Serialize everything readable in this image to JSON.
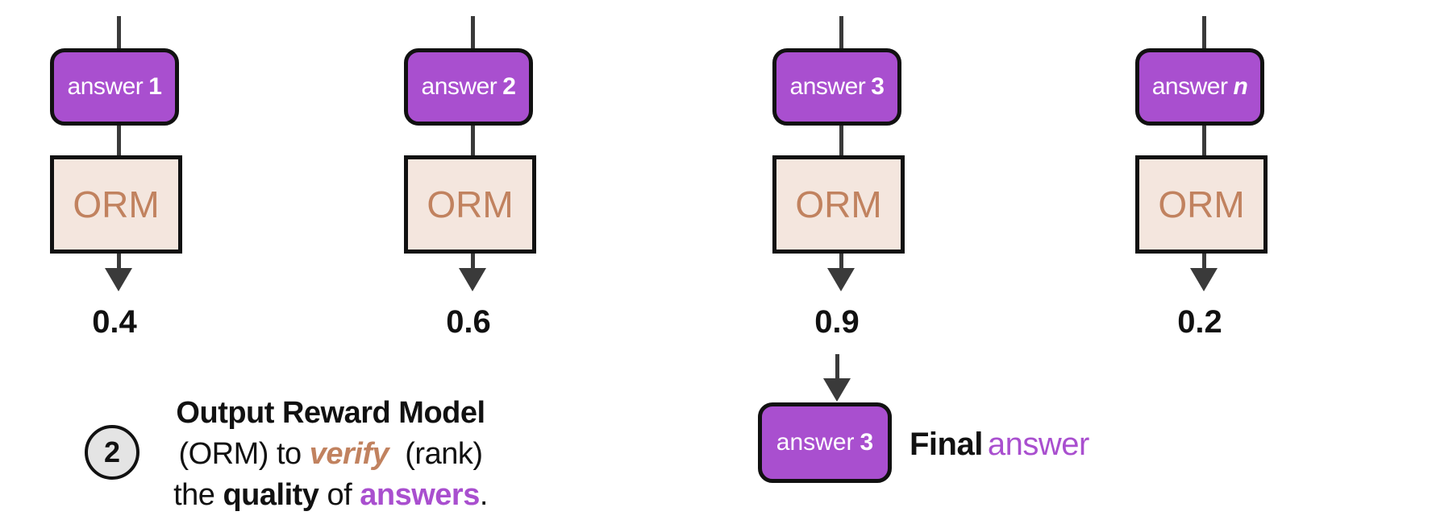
{
  "pipelines": [
    {
      "answer_prefix": "answer",
      "answer_index": "1",
      "model_label": "ORM",
      "score": "0.4"
    },
    {
      "answer_prefix": "answer",
      "answer_index": "2",
      "model_label": "ORM",
      "score": "0.6"
    },
    {
      "answer_prefix": "answer",
      "answer_index": "3",
      "model_label": "ORM",
      "score": "0.9"
    },
    {
      "answer_prefix": "answer",
      "answer_index": "n",
      "model_label": "ORM",
      "score": "0.2"
    }
  ],
  "caption": {
    "step_number": "2",
    "title": "Output Reward Model",
    "line2_a": "(ORM) to ",
    "line2_verb": "verify",
    "line2_b": "  (rank)",
    "line3_a": "the ",
    "line3_quality": "quality",
    "line3_b": " of ",
    "line3_answers": "answers",
    "line3_end": "."
  },
  "final": {
    "answer_prefix": "answer",
    "answer_index": "3",
    "label_bold": "Final",
    "label_colored": "answer"
  },
  "colors": {
    "answer_fill": "#a94fcf",
    "orm_fill": "#f4e6de",
    "orm_text": "#c1825f",
    "line": "#3a3a3a"
  }
}
